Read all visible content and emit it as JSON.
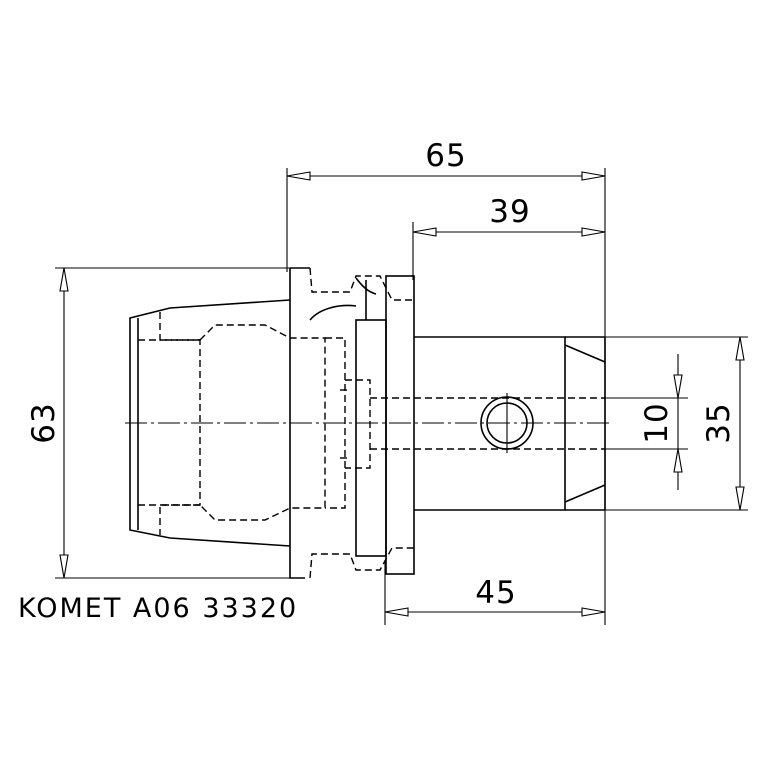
{
  "dimensions": {
    "overall_length": "65",
    "shank_length": "39",
    "flange_to_end": "45",
    "flange_diameter": "63",
    "shank_diameter": "35",
    "bore_diameter": "10"
  },
  "part_label": "KOMET A06 33320"
}
